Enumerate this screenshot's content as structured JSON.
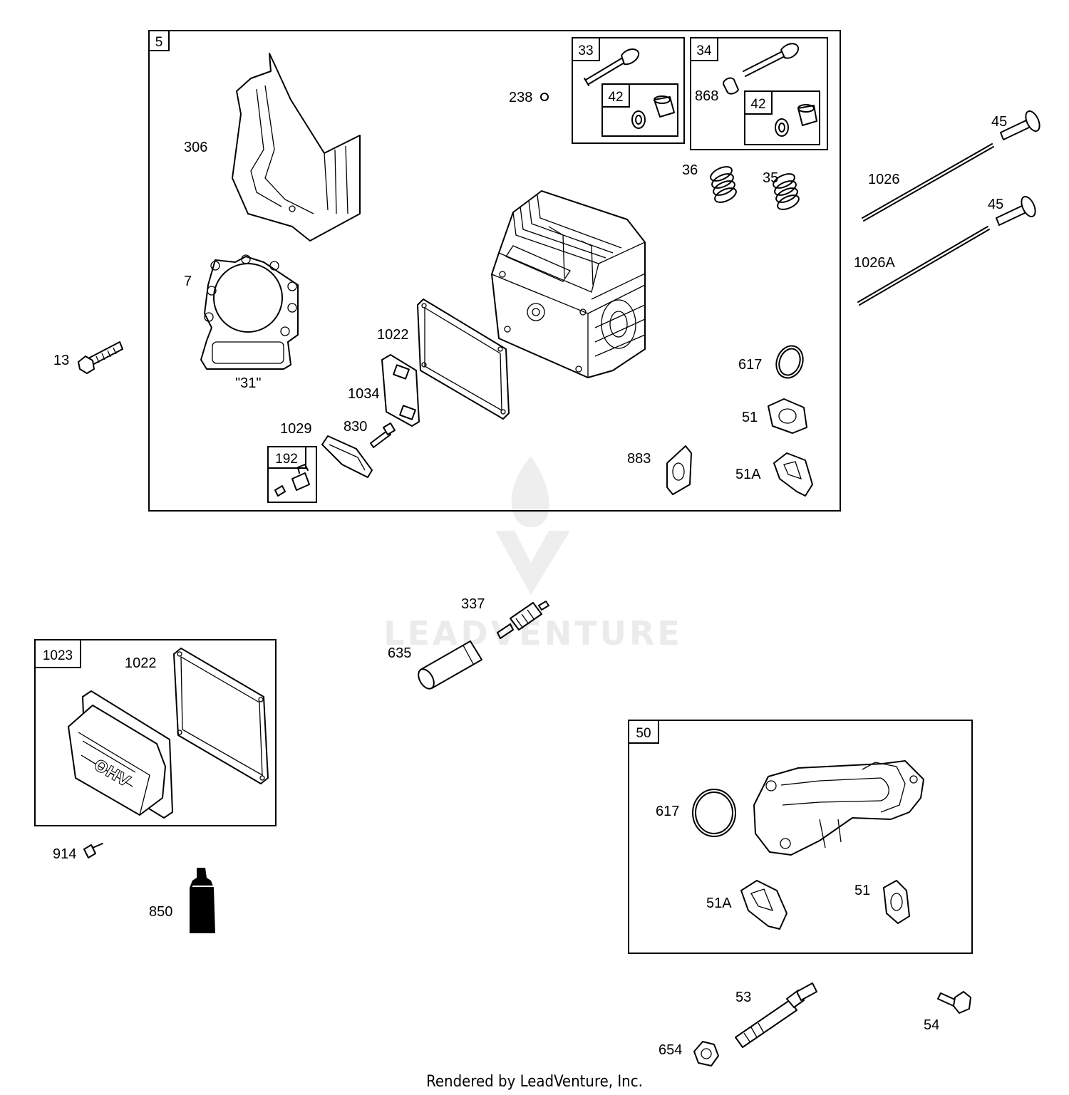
{
  "watermark": {
    "brand": "LEADVENTURE"
  },
  "footer": {
    "text": "Rendered by LeadVenture, Inc."
  },
  "groups": {
    "main_kit": "5",
    "valve_intake_kit": "33",
    "valve_exhaust_kit": "34",
    "seal_kit_a": "42",
    "seal_kit_b": "42",
    "breather_kit": "192",
    "rocker_cover_kit": "1023",
    "intake_kit": "50"
  },
  "labels": {
    "p306": "306",
    "p238": "238",
    "p868": "868",
    "p36": "36",
    "p35": "35",
    "p45a": "45",
    "p45b": "45",
    "p1026": "1026",
    "p1026A": "1026A",
    "p7": "7",
    "p31": "\"31\"",
    "p13": "13",
    "p1022a": "1022",
    "p1034": "1034",
    "p1029": "1029",
    "p830": "830",
    "p617a": "617",
    "p51a": "51",
    "p883": "883",
    "p51Aa": "51A",
    "p337": "337",
    "p635": "635",
    "p1022b": "1022",
    "p914": "914",
    "p850": "850",
    "p617b": "617",
    "p51Ab": "51A",
    "p51b": "51",
    "p53": "53",
    "p54": "54",
    "p654": "654"
  }
}
